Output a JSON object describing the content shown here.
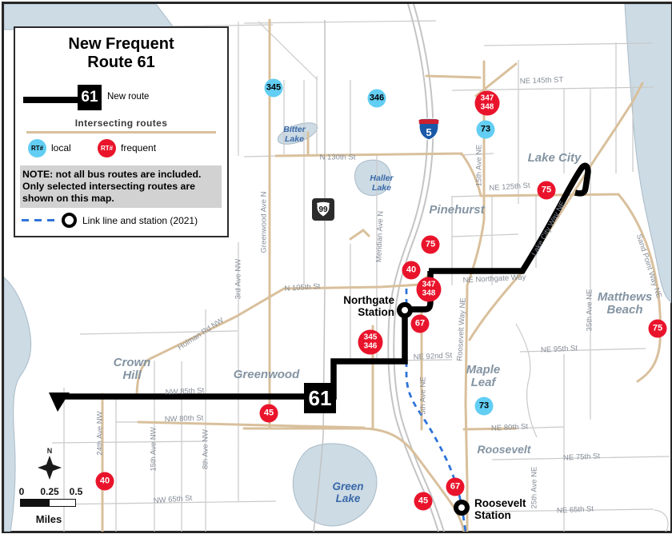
{
  "legend": {
    "title_line1": "New Frequent",
    "title_line2": "Route 61",
    "new_route_label": "New route",
    "intersecting_header": "Intersecting routes",
    "local_badge": "RT#",
    "local_label": "local",
    "frequent_badge": "RT#",
    "frequent_label": "frequent",
    "note_text": "NOTE: not all bus routes are included. Only selected intersecting routes are shown on this map.",
    "link_label": "Link line and station (2021)"
  },
  "route_badge": "61",
  "shields": {
    "interstate": "5",
    "state_route": "99"
  },
  "north_label": "N",
  "scale_bar": {
    "t0": "0",
    "t1": "0.25",
    "t2": "0.5",
    "unit": "Miles"
  },
  "colors": {
    "water": "#ccdbe4",
    "road_tan": "#d9c09c",
    "road_gray": "#c9c9c9",
    "route_black": "#000000",
    "link_blue": "#2e74d8",
    "badge_local": "#63cef3",
    "badge_frequent": "#e9142b",
    "note_bg": "#d2d2d2"
  },
  "stations": [
    {
      "l1": "Northgate",
      "l2": "Station"
    },
    {
      "l1": "Roosevelt",
      "l2": "Station"
    }
  ],
  "streets": [
    {
      "name": "NE 145th ST"
    },
    {
      "name": "N 130th St"
    },
    {
      "name": "NE 125th St"
    },
    {
      "name": "N 105th St"
    },
    {
      "name": "NE Northgate Way"
    },
    {
      "name": "NE 92nd St"
    },
    {
      "name": "NW 85th St"
    },
    {
      "name": "NW 80th St"
    },
    {
      "name": "NW 65th St"
    },
    {
      "name": "NE 95th St"
    },
    {
      "name": "NE 80th St"
    },
    {
      "name": "NE 75th St"
    },
    {
      "name": "NE 65th St"
    },
    {
      "name": "Greenwood Ave N"
    },
    {
      "name": "3rd Ave NW"
    },
    {
      "name": "Meridian Ave N"
    },
    {
      "name": "15th Ave NE"
    },
    {
      "name": "Roosevelt Way NE"
    },
    {
      "name": "5th Ave NE"
    },
    {
      "name": "35th Ave NE"
    },
    {
      "name": "24th Ave NW"
    },
    {
      "name": "15th Ave NW"
    },
    {
      "name": "8th Ave NW"
    },
    {
      "name": "25th Ave NE"
    },
    {
      "name": "Holman Rd NW"
    },
    {
      "name": "Lake City Way NE"
    },
    {
      "name": "Sand Point Way NE"
    }
  ],
  "neighborhoods": [
    {
      "l1": "Lake City"
    },
    {
      "l1": "Pinehurst"
    },
    {
      "l1": "Matthews",
      "l2": "Beach"
    },
    {
      "l1": "Crown",
      "l2": "Hill"
    },
    {
      "l1": "Greenwood"
    },
    {
      "l1": "Maple",
      "l2": "Leaf"
    },
    {
      "l1": "Roosevelt"
    }
  ],
  "lakes": [
    {
      "l1": "Bitter",
      "l2": "Lake"
    },
    {
      "l1": "Haller",
      "l2": "Lake"
    },
    {
      "l1": "Green",
      "l2": "Lake"
    }
  ],
  "badges": [
    {
      "type": "local",
      "l1": "345"
    },
    {
      "type": "local",
      "l1": "346"
    },
    {
      "type": "frequent",
      "l1": "347",
      "l2": "348"
    },
    {
      "type": "local",
      "l1": "73"
    },
    {
      "type": "frequent",
      "l1": "75"
    },
    {
      "type": "frequent",
      "l1": "75"
    },
    {
      "type": "frequent",
      "l1": "40"
    },
    {
      "type": "frequent",
      "l1": "347",
      "l2": "348"
    },
    {
      "type": "frequent",
      "l1": "67"
    },
    {
      "type": "frequent",
      "l1": "345",
      "l2": "346"
    },
    {
      "type": "frequent",
      "l1": "75"
    },
    {
      "type": "local",
      "l1": "73"
    },
    {
      "type": "frequent",
      "l1": "45"
    },
    {
      "type": "frequent",
      "l1": "40"
    },
    {
      "type": "frequent",
      "l1": "45"
    },
    {
      "type": "frequent",
      "l1": "67"
    }
  ]
}
